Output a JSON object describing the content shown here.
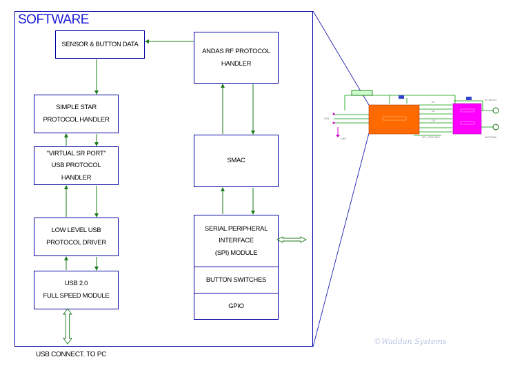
{
  "title": "SOFTWARE",
  "blocks": {
    "sensor_data": "SENSOR & BUTTON DATA",
    "andas_rf": "ANDAS RF PROTOCOL\nHANDLER",
    "simple_star": "SIMPLE STAR\nPROTOCOL HANDLER",
    "virtual_port": "\"VIRTUAL SR PORT\"\nUSB PROTOCOL\nHANDLER",
    "low_level_usb": "LOW LEVEL USB\nPROTOCOL DRIVER",
    "usb20": "USB 2.0\nFULL SPEED MODULE",
    "smac": "SMAC",
    "spi": "SERIAL PERIPHERAL\nINTERFACE\n(SPI) MODULE",
    "button_switches": "BUTTON SWITCHES",
    "gpio": "GPIO"
  },
  "usb_connect": "USB CONNECT. TO PC",
  "watermark": "©Waddan Systems",
  "colors": {
    "border": "#0000a0",
    "title": "#1a1adb",
    "arrow": "#1a7a1a",
    "mcu_chip": "#ff6a00",
    "rf_chip": "#ff00ff",
    "pcb_trace": "#009900"
  }
}
